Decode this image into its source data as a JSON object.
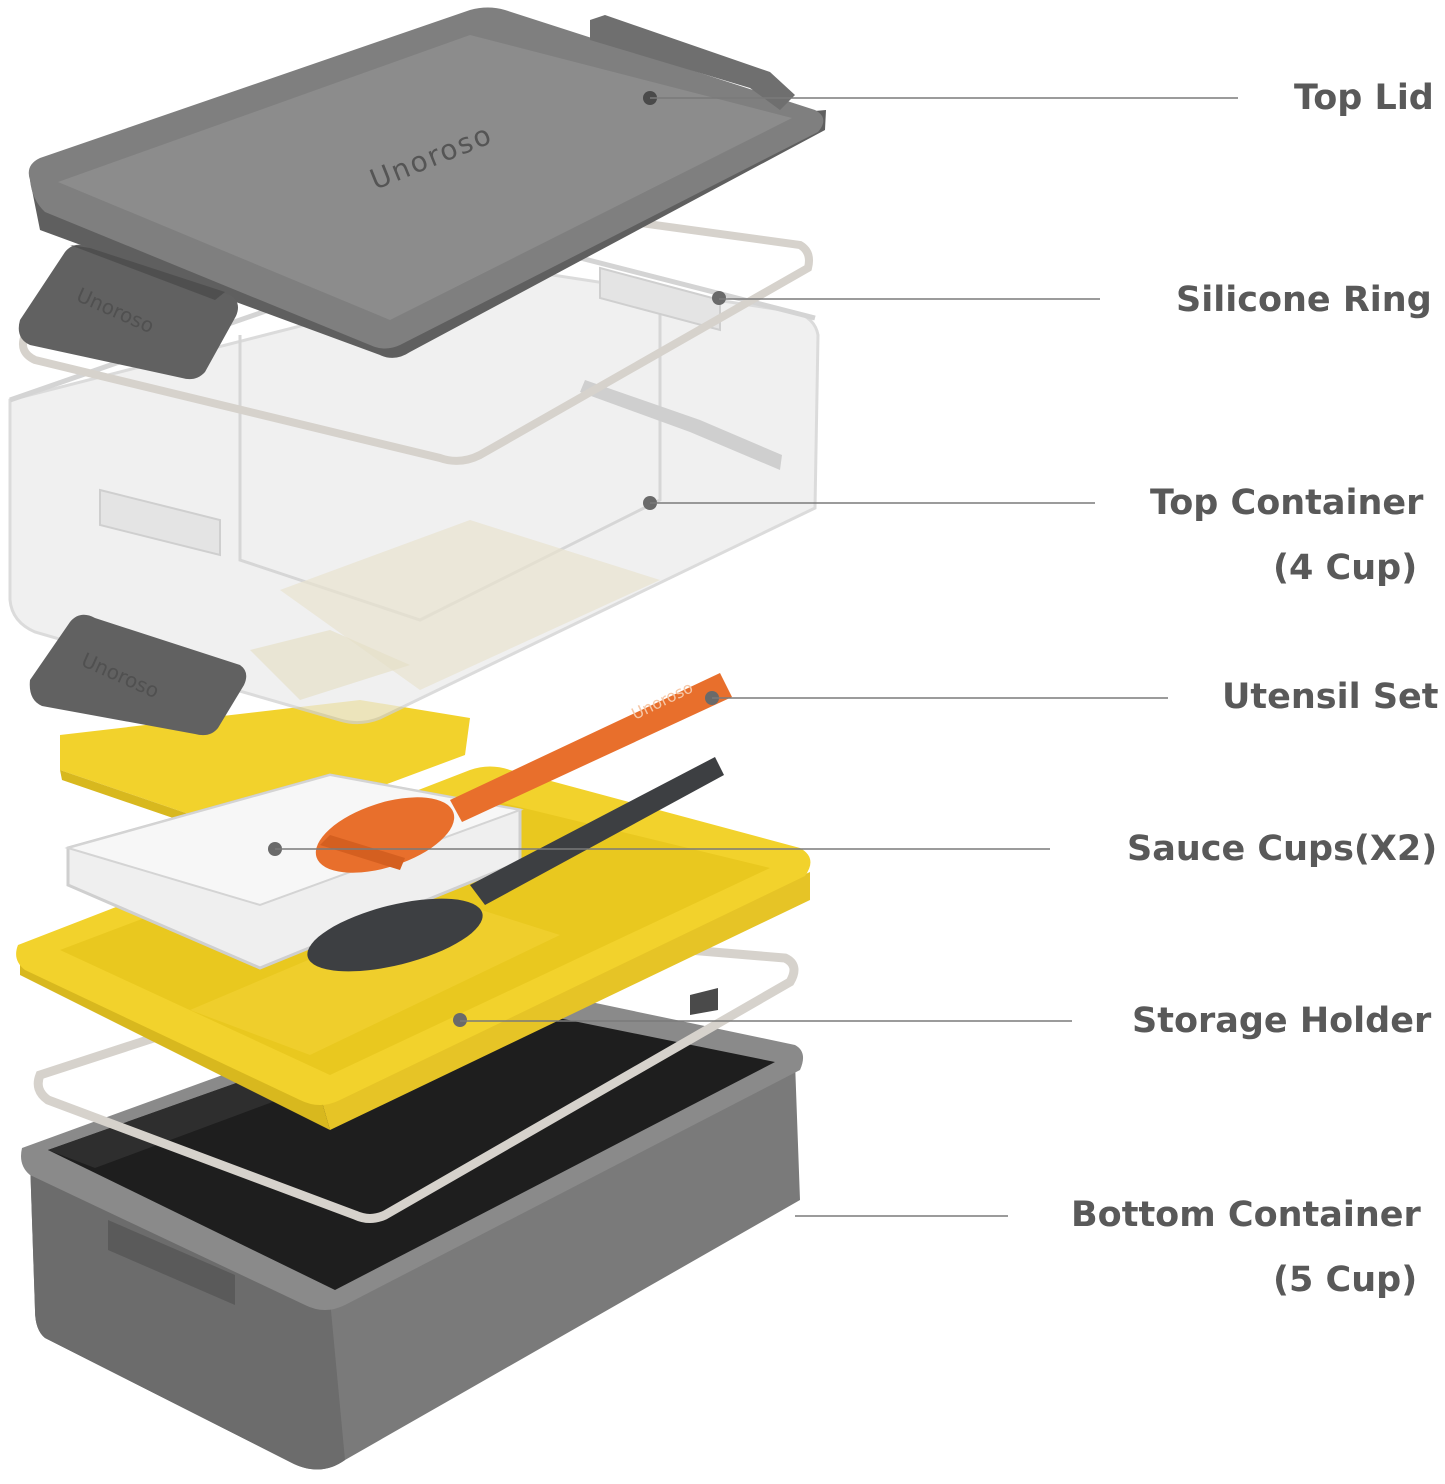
{
  "brand": "Unoroso",
  "colors": {
    "lid": "#7f7f7f",
    "lid_rim": "#5f5f5f",
    "clear_plastic": "#e6e6e6",
    "silicone": "#d6d2cc",
    "yellow": "#f2d22c",
    "yellow_dark": "#d8b81e",
    "orange": "#e86f2c",
    "utensil_dark": "#3d3f42",
    "bottom": "#7a7a7a",
    "bottom_inside": "#1e1e1e",
    "callout": "#7a7a7a",
    "label_text": "#595959"
  },
  "labels": {
    "top_lid": "Top Lid",
    "silicone_ring": "Silicone Ring",
    "top_container_line1": "Top Container",
    "top_container_line2": "(4 Cup)",
    "utensil_set": "Utensil Set",
    "sauce_cups": "Sauce Cups(X2)",
    "storage_holder": "Storage Holder",
    "bottom_container_line1": "Bottom Container",
    "bottom_container_line2": "(5 Cup)"
  }
}
